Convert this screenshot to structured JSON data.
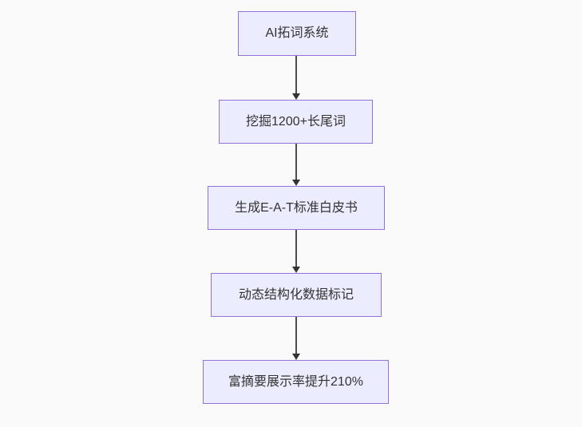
{
  "diagram": {
    "type": "flowchart",
    "direction": "top-down",
    "colors": {
      "background": "#fafafa",
      "node_fill": "#ECECFF",
      "node_border": "#9370DB",
      "node_text": "#333333",
      "arrow_line": "#4d4d4d",
      "arrow_head": "#333333"
    },
    "nodes": [
      {
        "label": "AI拓词系统"
      },
      {
        "label": "挖掘1200+长尾词"
      },
      {
        "label": "生成E-A-T标准白皮书"
      },
      {
        "label": "动态结构化数据标记"
      },
      {
        "label": "富摘要展示率提升210%"
      }
    ],
    "edges": [
      {
        "from": "AI拓词系统",
        "to": "挖掘1200+长尾词",
        "style": "arrow-down"
      },
      {
        "from": "挖掘1200+长尾词",
        "to": "生成E-A-T标准白皮书",
        "style": "arrow-down"
      },
      {
        "from": "生成E-A-T标准白皮书",
        "to": "动态结构化数据标记",
        "style": "arrow-down"
      },
      {
        "from": "动态结构化数据标记",
        "to": "富摘要展示率提升210%",
        "style": "arrow-down"
      }
    ]
  }
}
